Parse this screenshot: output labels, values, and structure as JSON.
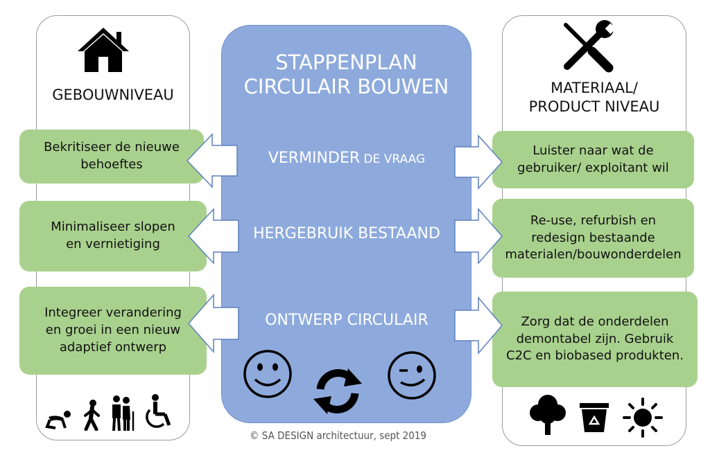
{
  "title": {
    "line1": "STAPPENPLAN",
    "line2": "CIRCULAIR BOUWEN"
  },
  "left": {
    "heading": "GEBOUWNIVEAU",
    "icon": "house-icon",
    "boxes": [
      "Bekritiseer de nieuwe\nbehoeftes",
      "Minimaliseer slopen\nen vernietiging",
      "Integreer verandering\nen groei in een nieuw\nadaptief ontwerp"
    ],
    "bottom_icons": [
      "crawling-baby-icon",
      "walking-child-icon",
      "elderly-couple-icon",
      "wheelchair-icon"
    ]
  },
  "right": {
    "heading_line1": "MATERIAAL/",
    "heading_line2": "PRODUCT NIVEAU",
    "icon": "wrench-screwdriver-icon",
    "boxes": [
      "Luister naar wat de\ngebruiker/ exploitant wil",
      "Re-use, refurbish en\nredesign bestaande\nmaterialen/bouwonderdelen",
      "Zorg dat de onderdelen\ndemontabel zijn. Gebruik\nC2C en biobased produkten."
    ],
    "bottom_icons": [
      "tree-icon",
      "recycle-bin-icon",
      "sun-icon"
    ]
  },
  "steps": {
    "step1_big": "VERMINDER",
    "step1_small": " DE VRAAG",
    "step2": "HERGEBRUIK BESTAAND",
    "step3": "ONTWERP CIRCULAIR"
  },
  "center_icons": [
    "smiley-icon",
    "refresh-cycle-icon",
    "winking-smiley-icon"
  ],
  "footer": "©  SA DESIGN architectuur, sept 2019",
  "colors": {
    "center_panel": "#8eaadc",
    "green_box": "#a9d18e",
    "panel_border": "#9a9a9a"
  }
}
